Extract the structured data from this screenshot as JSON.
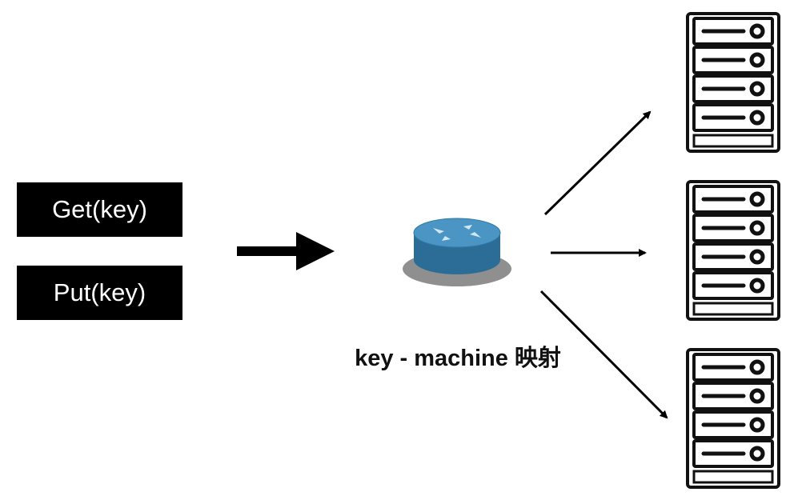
{
  "operations": {
    "get_label": "Get(key)",
    "put_label": "Put(key)"
  },
  "router": {
    "caption": "key - machine 映射",
    "icon": "router-icon",
    "top_color": "#3a87b5",
    "side_color": "#2a6b93",
    "shadow_color": "#8a8a8a"
  },
  "servers": [
    {
      "icon": "server-icon",
      "drive_count": 4
    },
    {
      "icon": "server-icon",
      "drive_count": 4
    },
    {
      "icon": "server-icon",
      "drive_count": 4
    }
  ]
}
